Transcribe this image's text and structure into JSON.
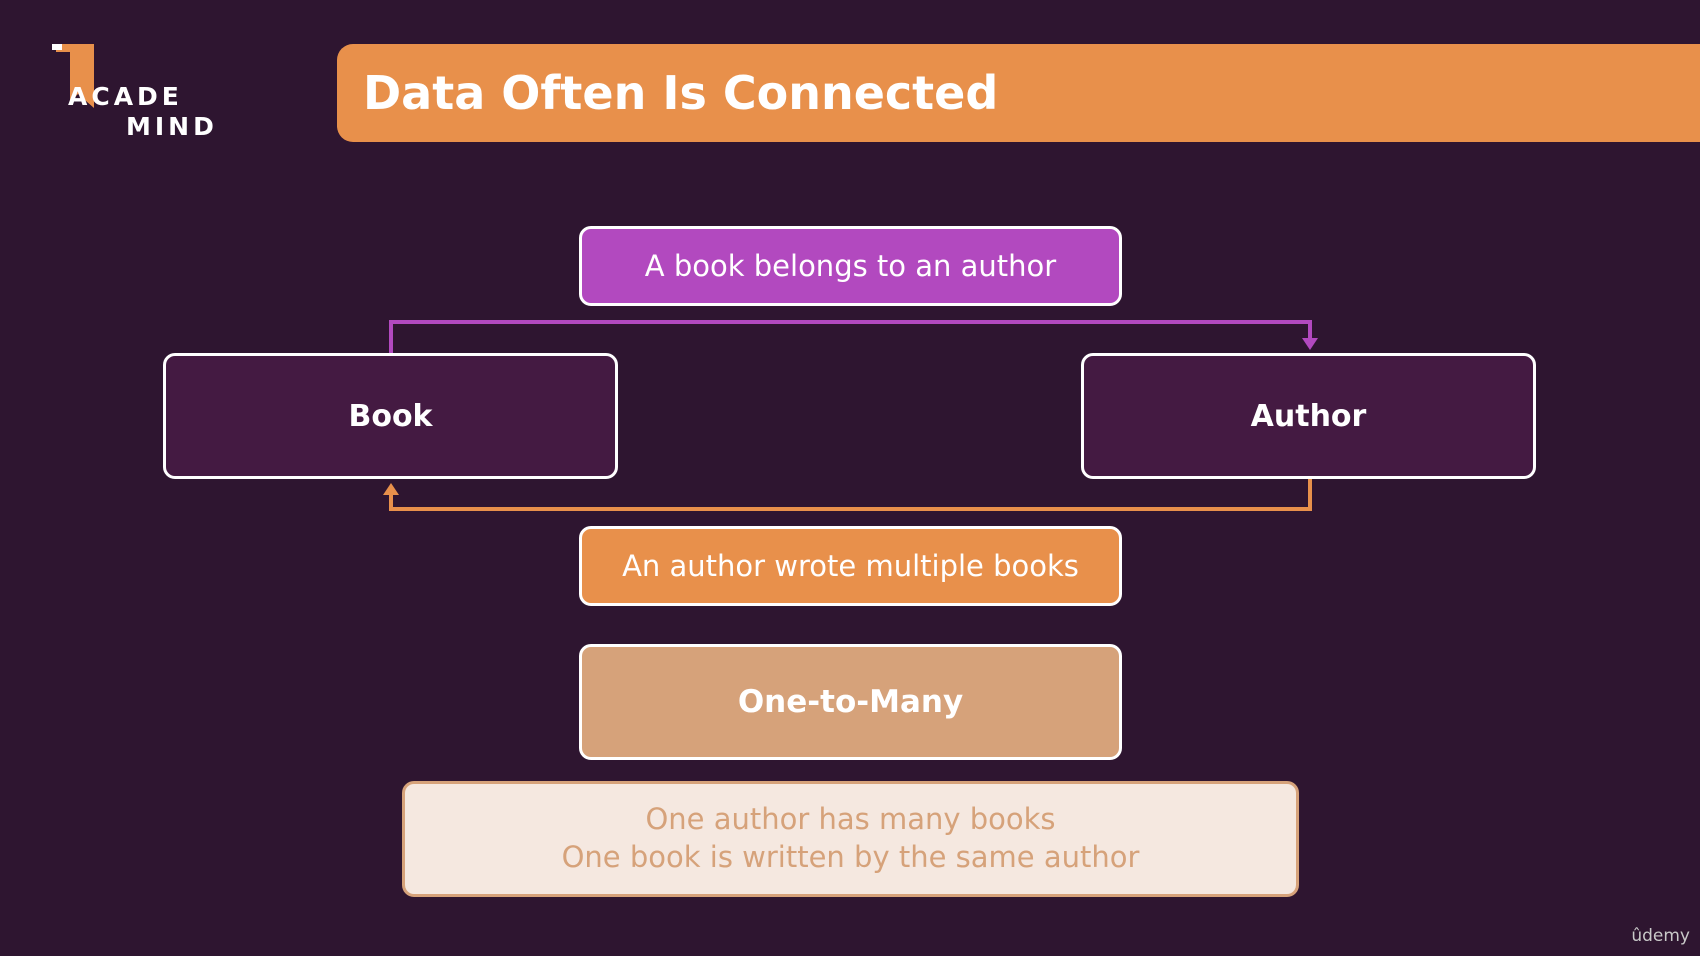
{
  "logo": {
    "line1": "ACADE",
    "line2": "MIND"
  },
  "title": "Data Often Is Connected",
  "relation_forward": "A book belongs to an author",
  "entities": {
    "left": "Book",
    "right": "Author"
  },
  "relation_backward": "An author wrote multiple books",
  "relationship_type": "One-to-Many",
  "description": {
    "line1": "One author has many books",
    "line2": "One book is written by the same author"
  },
  "watermark": "ûdemy",
  "colors": {
    "background": "#2e1530",
    "accent_orange": "#e8904b",
    "accent_purple": "#b249bf",
    "entity_fill": "#441a42",
    "tan": "#d6a27a",
    "cream": "#f5e8e0"
  }
}
